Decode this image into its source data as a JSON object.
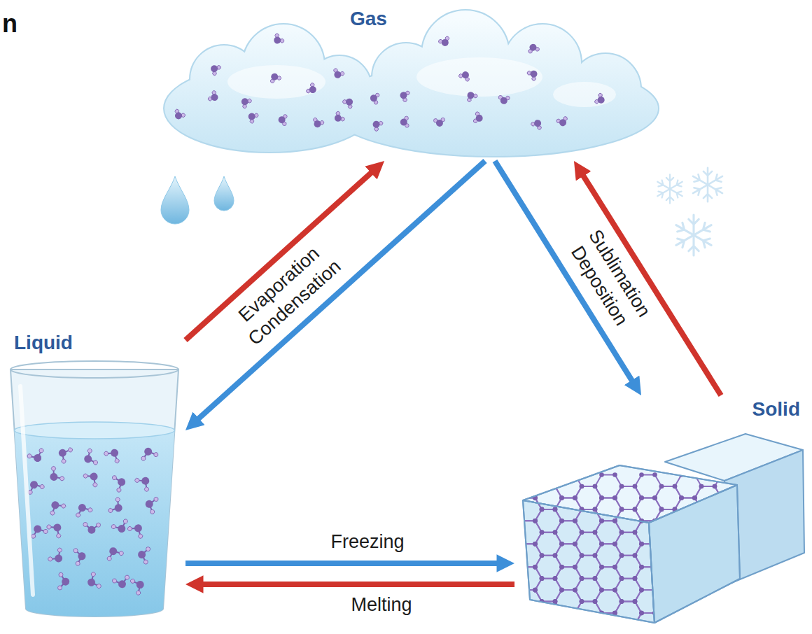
{
  "diagram": {
    "nodes": [
      {
        "text": [
          "Gas"
        ]
      },
      {
        "text": [
          "Liquid"
        ]
      },
      {
        "text": [
          "Solid"
        ]
      }
    ],
    "edges": [
      {
        "from": 1,
        "to": 0,
        "label": "Evaporation",
        "arrow": "to"
      },
      {
        "from": 0,
        "to": 1,
        "label": "Condensation",
        "arrow": "to"
      },
      {
        "from": 2,
        "to": 0,
        "label": "Sublimation",
        "arrow": "to"
      },
      {
        "from": 0,
        "to": 2,
        "label": "Deposition",
        "arrow": "to"
      },
      {
        "from": 1,
        "to": 2,
        "label": "Freezing",
        "arrow": "to"
      },
      {
        "from": 2,
        "to": 1,
        "label": "Melting",
        "arrow": "to"
      }
    ],
    "labels": [
      "n"
    ]
  }
}
